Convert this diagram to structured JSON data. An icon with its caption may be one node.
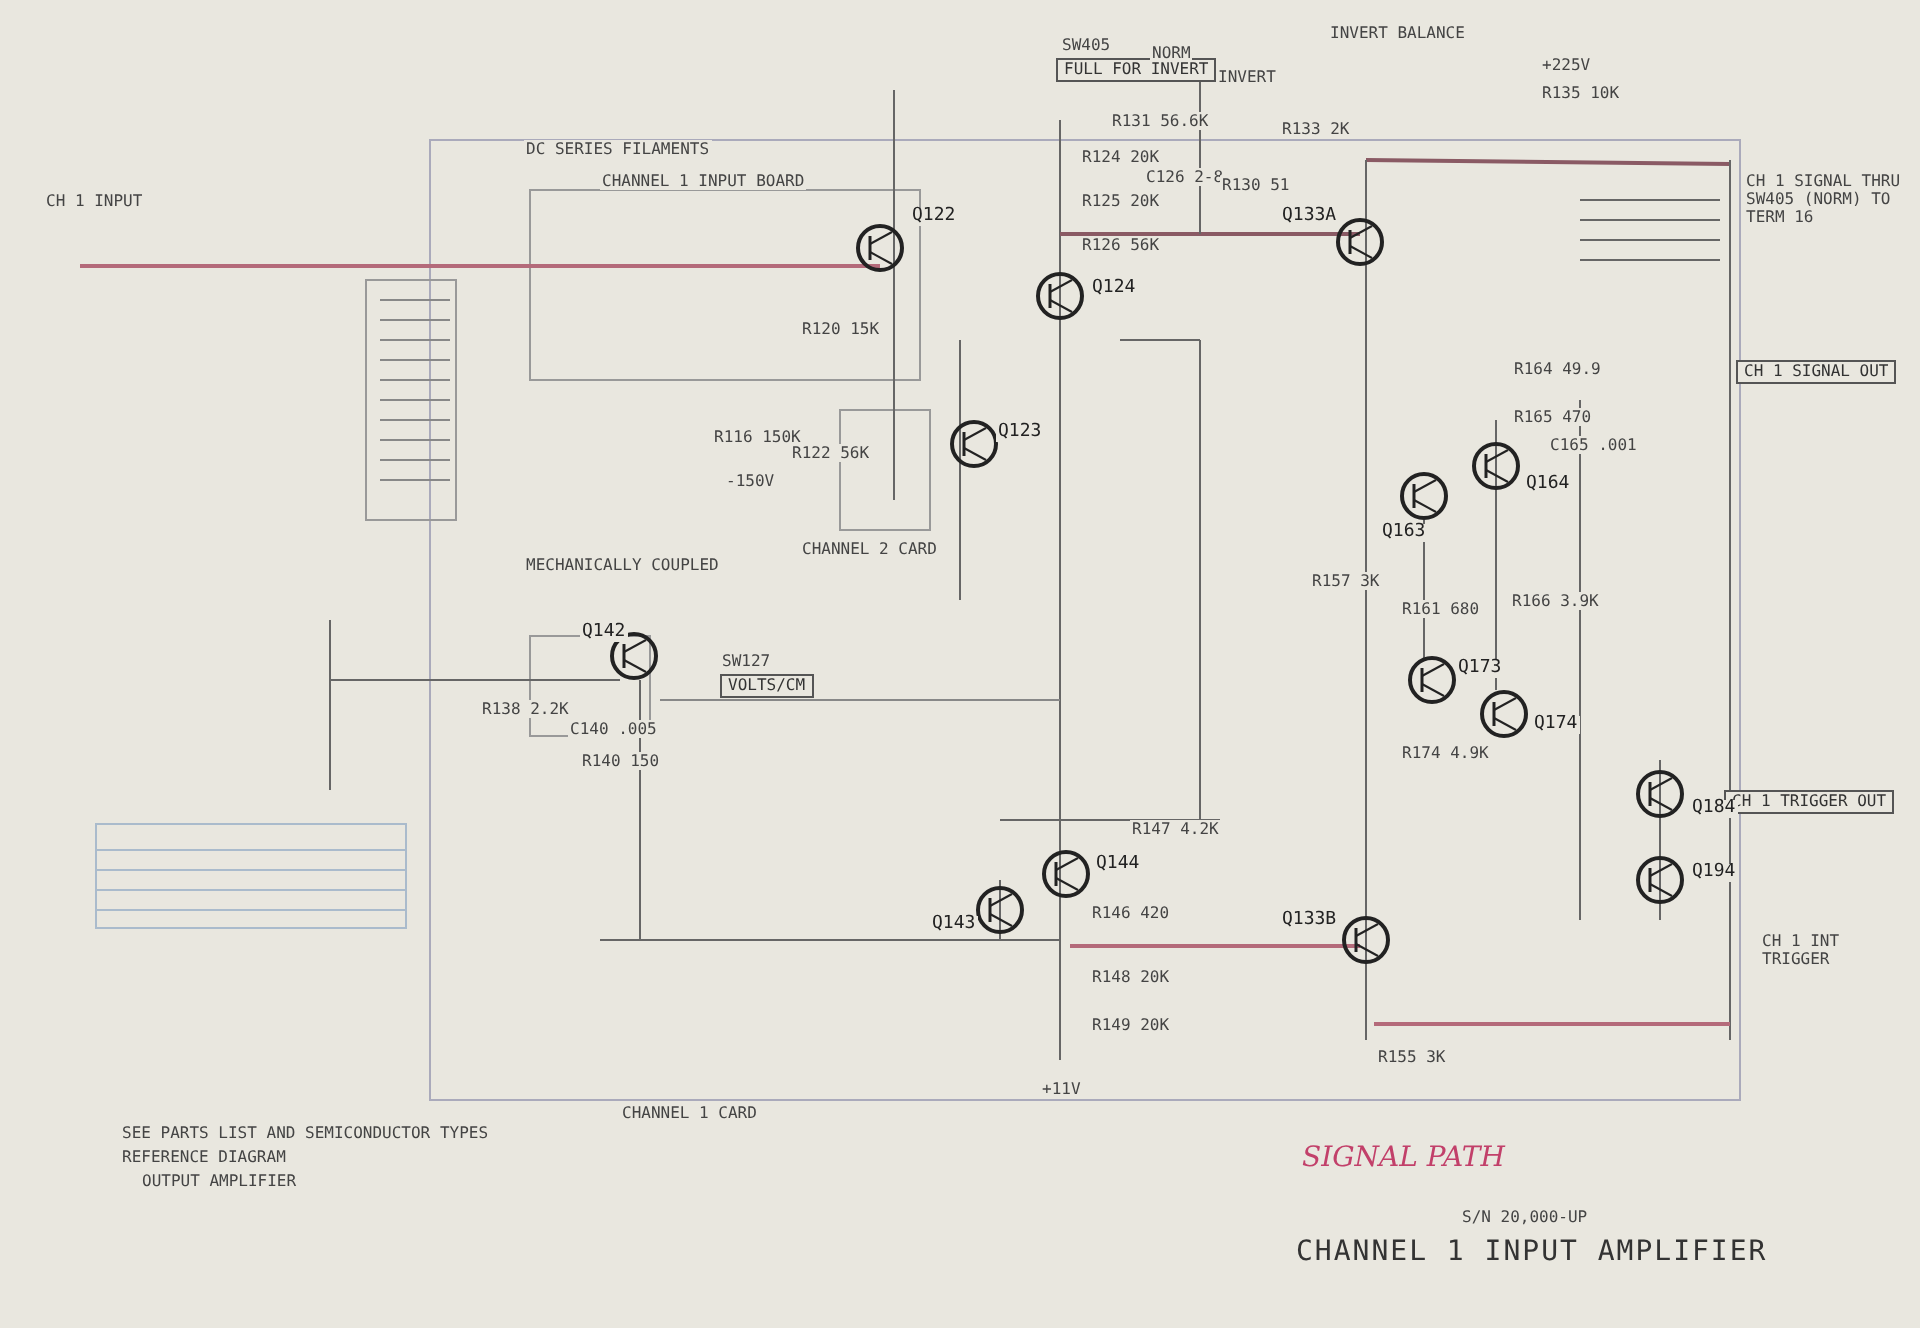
{
  "diagram": {
    "title": "CHANNEL 1 INPUT AMPLIFIER",
    "nodes": [
      {
        "text": [
          "FULL FOR INVERT"
        ]
      },
      {
        "text": [
          "VOLTS/CM"
        ]
      },
      {
        "text": [
          "CH 1 SIGNAL OUT"
        ]
      },
      {
        "text": [
          "CH 1 TRIGGER OUT"
        ]
      }
    ],
    "labels": [
      "S/N 20,000-UP",
      "CH 1 INPUT",
      "DC SERIES FILAMENTS",
      "CHANNEL 1 INPUT BOARD",
      "Q122",
      "R120 15K",
      "R122 56K",
      "R116 150K",
      "-150V",
      "CHANNEL 2 CARD",
      "MECHANICALLY COUPLED",
      "Q123",
      "Q124",
      "R124 20K",
      "R125 20K",
      "R126 56K",
      "C126 2-8",
      "R130 51",
      "R131 56.6K",
      "SW405",
      "NORM",
      "INVERT",
      "INVERT BALANCE",
      "R133 2K",
      "Q133A",
      "R135 10K",
      "+225V",
      "CH 1 SIGNAL THRU SW405 (NORM) TO TERM 16",
      "R164 49.9",
      "R165 470",
      "C165 .001",
      "Q163",
      "Q164",
      "R157 3K",
      "R161 680",
      "R166 3.9K",
      "Q142",
      "SW127",
      "R138 2.2K",
      "C140 .005",
      "R140 150",
      "Q143",
      "Q144",
      "R147 4.2K",
      "R146 420",
      "R148 20K",
      "R149 20K",
      "+11V",
      "Q133B",
      "R155 3K",
      "Q173",
      "Q174",
      "Q184",
      "Q194",
      "R174 4.9K",
      "CH 1 INT TRIGGER",
      "CHANNEL 1 CARD",
      "SEE PARTS LIST AND SEMICONDUCTOR TYPES",
      "REFERENCE DIAGRAM",
      "OUTPUT AMPLIFIER",
      "SIGNAL PATH"
    ]
  }
}
